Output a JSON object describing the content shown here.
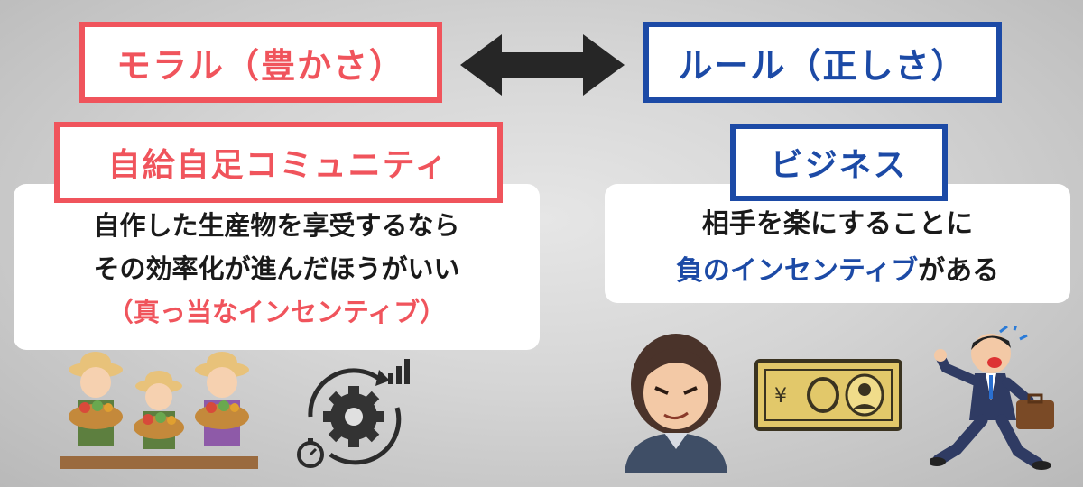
{
  "left": {
    "title": "モラル（豊かさ）",
    "subtitle": "自給自足コミュニティ",
    "lines": [
      "自作した生産物を享受するなら",
      "その効率化が進んだほうがいい"
    ],
    "highlight": "（真っ当なインセンティブ）"
  },
  "right": {
    "title": "ルール（正しさ）",
    "subtitle": "ビジネス",
    "line1": "相手を楽にすることに",
    "line2_highlight": "負のインセンティブ",
    "line2_rest": "がある"
  },
  "colors": {
    "red": "#f0545c",
    "blue": "#1c4aa6",
    "arrow": "#262626"
  }
}
